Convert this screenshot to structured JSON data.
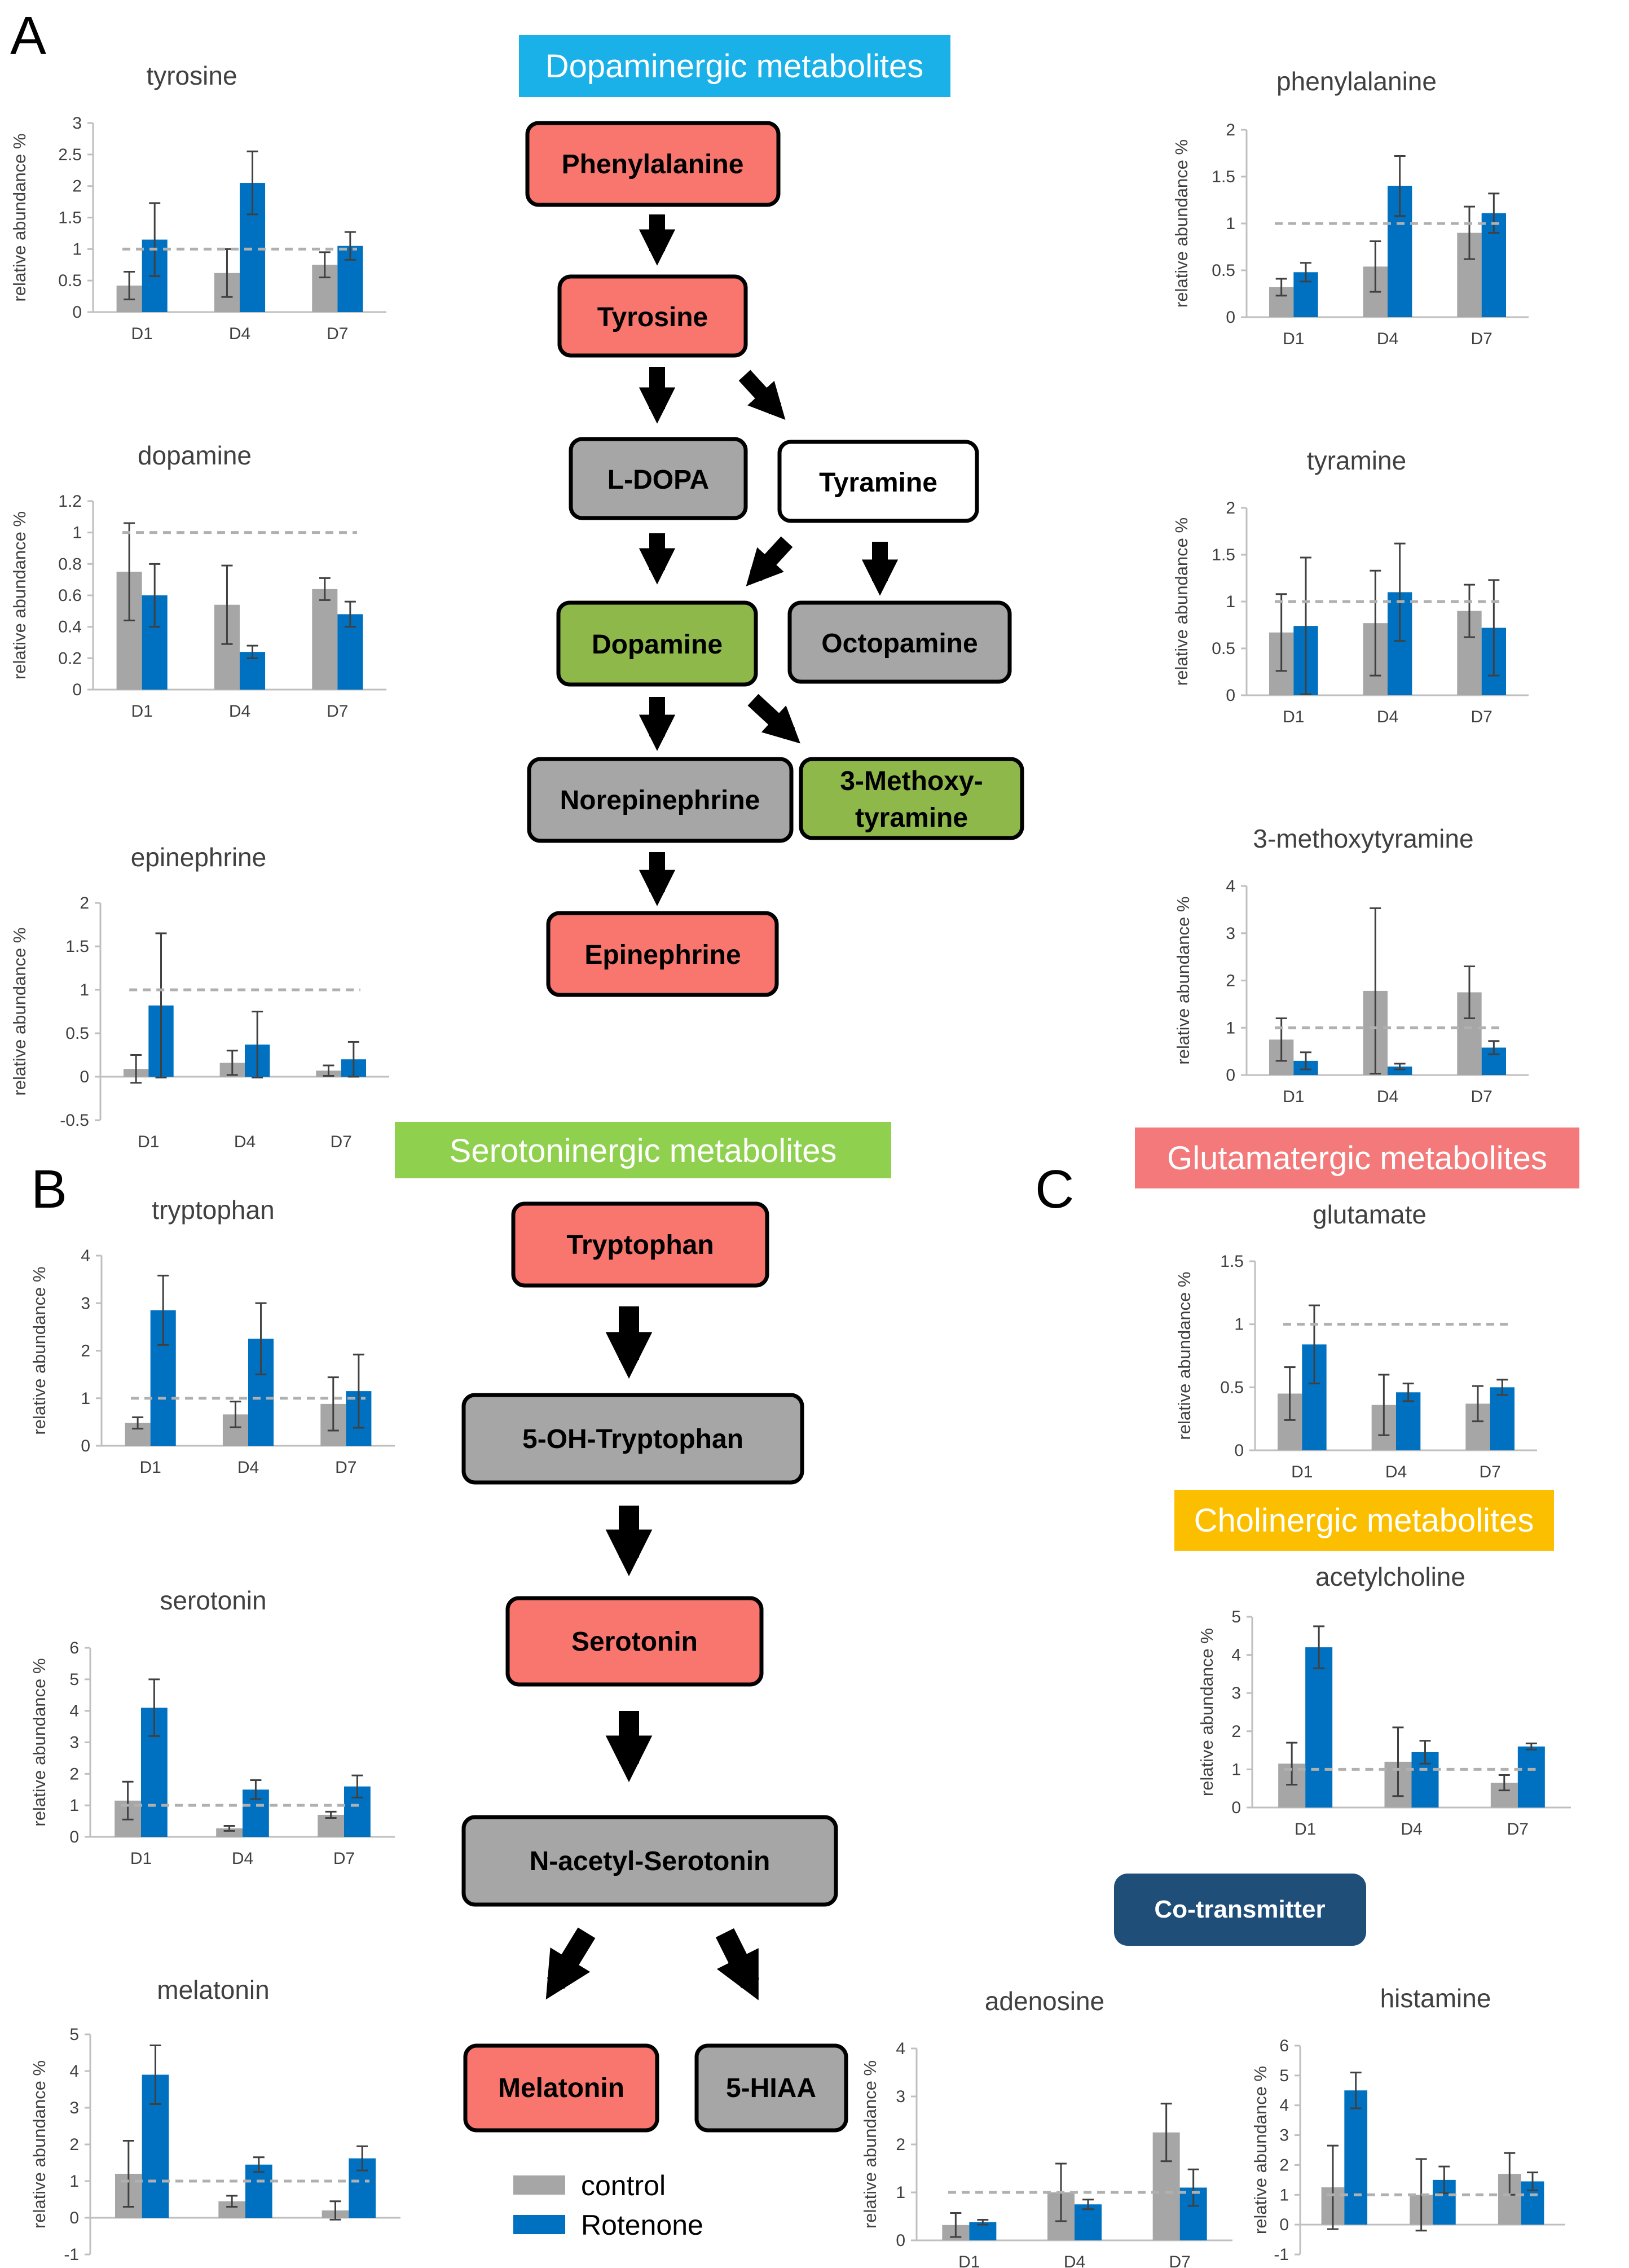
{
  "panels": [
    "A",
    "B",
    "C"
  ],
  "banners": {
    "dopaminergic": "Dopaminergic metabolites",
    "serotoninergic": "Serotoninergic metabolites",
    "glutamatergic": "Glutamatergic metabolites",
    "cholinergic": "Cholinergic metabolites",
    "cotransmitter": "Co-transmitter"
  },
  "colors": {
    "control": "#a6a6a6",
    "rotenone": "#0070c0",
    "reference_line": "#b0b0b0",
    "node_red": "#f8766d",
    "node_grey": "#a6a6a6",
    "node_green": "#8fb84a",
    "node_white": "#ffffff",
    "banner_dopaminergic": "#1ab0e8",
    "banner_serotoninergic": "#8fd14f",
    "banner_glutamatergic": "#f3797a",
    "banner_cholinergic": "#fbbf00",
    "banner_cotransmitter": "#1f4e79"
  },
  "pathway": {
    "dopaminergic_nodes": [
      {
        "label": "Phenylalanine",
        "status": "increased"
      },
      {
        "label": "Tyrosine",
        "status": "increased"
      },
      {
        "label": "L-DOPA",
        "status": "not measured"
      },
      {
        "label": "Tyramine",
        "status": "unchanged"
      },
      {
        "label": "Dopamine",
        "status": "decreased"
      },
      {
        "label": "Octopamine",
        "status": "not measured"
      },
      {
        "label": "Norepinephrine",
        "status": "not measured"
      },
      {
        "label": "3-Methoxy-",
        "status": "decreased"
      },
      {
        "label": "tyramine",
        "status": "decreased"
      },
      {
        "label": "Epinephrine",
        "status": "increased"
      }
    ],
    "serotoninergic_nodes": [
      {
        "label": "Tryptophan",
        "status": "increased"
      },
      {
        "label": "5-OH-Tryptophan",
        "status": "not measured"
      },
      {
        "label": "Serotonin",
        "status": "increased"
      },
      {
        "label": "N-acetyl-Serotonin",
        "status": "not measured"
      },
      {
        "label": "Melatonin",
        "status": "increased"
      },
      {
        "label": "5-HIAA",
        "status": "not measured"
      }
    ]
  },
  "legend": [
    {
      "label": "control",
      "color": "#a6a6a6"
    },
    {
      "label": "Rotenone",
      "color": "#0070c0"
    }
  ],
  "chart_data": [
    {
      "type": "bar",
      "title": "tyrosine",
      "ylabel": "relative abundance %",
      "categories": [
        "D1",
        "D4",
        "D7"
      ],
      "ylim": [
        0,
        3
      ],
      "yticks": [
        "0",
        "0.5",
        "1",
        "1.5",
        "2",
        "2.5",
        "3"
      ],
      "reference_line": 1,
      "series": [
        {
          "name": "control",
          "values": [
            0.42,
            0.62,
            0.75
          ],
          "errors": [
            0.22,
            0.38,
            0.2
          ]
        },
        {
          "name": "Rotenone",
          "values": [
            1.15,
            2.05,
            1.05
          ],
          "errors": [
            0.58,
            0.5,
            0.22
          ]
        }
      ]
    },
    {
      "type": "bar",
      "title": "dopamine",
      "ylabel": "relative abundance %",
      "categories": [
        "D1",
        "D4",
        "D7"
      ],
      "ylim": [
        0,
        1.2
      ],
      "yticks": [
        "0",
        "0.2",
        "0.4",
        "0.6",
        "0.8",
        "1",
        "1.2"
      ],
      "reference_line": 1,
      "series": [
        {
          "name": "control",
          "values": [
            0.75,
            0.54,
            0.64
          ],
          "errors": [
            0.31,
            0.25,
            0.07
          ]
        },
        {
          "name": "Rotenone",
          "values": [
            0.6,
            0.24,
            0.48
          ],
          "errors": [
            0.2,
            0.04,
            0.08
          ]
        }
      ]
    },
    {
      "type": "bar",
      "title": "epinephrine",
      "ylabel": "relative abundance %",
      "categories": [
        "D1",
        "D4",
        "D7"
      ],
      "ylim": [
        -0.5,
        2
      ],
      "yticks": [
        "-0.5",
        "0",
        "0.5",
        "1",
        "1.5",
        "2"
      ],
      "reference_line": 1,
      "series": [
        {
          "name": "control",
          "values": [
            0.09,
            0.16,
            0.07
          ],
          "errors": [
            0.16,
            0.14,
            0.06
          ]
        },
        {
          "name": "Rotenone",
          "values": [
            0.82,
            0.37,
            0.2
          ],
          "errors": [
            0.83,
            0.38,
            0.2
          ]
        }
      ]
    },
    {
      "type": "bar",
      "title": "phenylalanine",
      "ylabel": "relative abundance %",
      "categories": [
        "D1",
        "D4",
        "D7"
      ],
      "ylim": [
        0,
        2
      ],
      "yticks": [
        "0",
        "0.5",
        "1",
        "1.5",
        "2"
      ],
      "reference_line": 1,
      "series": [
        {
          "name": "control",
          "values": [
            0.32,
            0.54,
            0.9
          ],
          "errors": [
            0.09,
            0.27,
            0.28
          ]
        },
        {
          "name": "Rotenone",
          "values": [
            0.48,
            1.4,
            1.11
          ],
          "errors": [
            0.1,
            0.32,
            0.21
          ]
        }
      ]
    },
    {
      "type": "bar",
      "title": "tyramine",
      "ylabel": "relative abundance %",
      "categories": [
        "D1",
        "D4",
        "D7"
      ],
      "ylim": [
        0,
        2
      ],
      "yticks": [
        "0",
        "0.5",
        "1",
        "1.5",
        "2"
      ],
      "reference_line": 1,
      "series": [
        {
          "name": "control",
          "values": [
            0.67,
            0.77,
            0.9
          ],
          "errors": [
            0.41,
            0.56,
            0.28
          ]
        },
        {
          "name": "Rotenone",
          "values": [
            0.74,
            1.1,
            0.72
          ],
          "errors": [
            0.73,
            0.52,
            0.51
          ]
        }
      ]
    },
    {
      "type": "bar",
      "title": "3-methoxytyramine",
      "ylabel": "relative abundance %",
      "categories": [
        "D1",
        "D4",
        "D7"
      ],
      "ylim": [
        0,
        4
      ],
      "yticks": [
        "0",
        "1",
        "2",
        "3",
        "4"
      ],
      "reference_line": 1,
      "series": [
        {
          "name": "control",
          "values": [
            0.75,
            1.78,
            1.75
          ],
          "errors": [
            0.45,
            1.75,
            0.55
          ]
        },
        {
          "name": "Rotenone",
          "values": [
            0.3,
            0.18,
            0.58
          ],
          "errors": [
            0.18,
            0.06,
            0.14
          ]
        }
      ]
    },
    {
      "type": "bar",
      "title": "tryptophan",
      "ylabel": "relative abundance %",
      "categories": [
        "D1",
        "D4",
        "D7"
      ],
      "ylim": [
        0,
        4
      ],
      "yticks": [
        "0",
        "1",
        "2",
        "3",
        "4"
      ],
      "reference_line": 1,
      "series": [
        {
          "name": "control",
          "values": [
            0.48,
            0.66,
            0.88
          ],
          "errors": [
            0.12,
            0.27,
            0.56
          ]
        },
        {
          "name": "Rotenone",
          "values": [
            2.85,
            2.25,
            1.15
          ],
          "errors": [
            0.73,
            0.75,
            0.77
          ]
        }
      ]
    },
    {
      "type": "bar",
      "title": "serotonin",
      "ylabel": "relative abundance %",
      "categories": [
        "D1",
        "D4",
        "D7"
      ],
      "ylim": [
        0,
        6
      ],
      "yticks": [
        "0",
        "1",
        "2",
        "3",
        "4",
        "5",
        "6"
      ],
      "reference_line": 1,
      "series": [
        {
          "name": "control",
          "values": [
            1.15,
            0.27,
            0.7
          ],
          "errors": [
            0.6,
            0.08,
            0.1
          ]
        },
        {
          "name": "Rotenone",
          "values": [
            4.1,
            1.5,
            1.6
          ],
          "errors": [
            0.9,
            0.3,
            0.35
          ]
        }
      ]
    },
    {
      "type": "bar",
      "title": "melatonin",
      "ylabel": "relative abundance %",
      "categories": [
        "D1",
        "D4",
        "D7"
      ],
      "ylim": [
        -1,
        5
      ],
      "yticks": [
        "-1",
        "0",
        "1",
        "2",
        "3",
        "4",
        "5"
      ],
      "reference_line": 1,
      "series": [
        {
          "name": "control",
          "values": [
            1.2,
            0.45,
            0.2
          ],
          "errors": [
            0.9,
            0.15,
            0.25
          ]
        },
        {
          "name": "Rotenone",
          "values": [
            3.9,
            1.45,
            1.62
          ],
          "errors": [
            0.8,
            0.2,
            0.33
          ]
        }
      ]
    },
    {
      "type": "bar",
      "title": "glutamate",
      "ylabel": "relative abundance %",
      "categories": [
        "D1",
        "D4",
        "D7"
      ],
      "ylim": [
        0,
        1.5
      ],
      "yticks": [
        "0",
        "0.5",
        "1",
        "1.5"
      ],
      "reference_line": 1,
      "series": [
        {
          "name": "control",
          "values": [
            0.45,
            0.36,
            0.37
          ],
          "errors": [
            0.21,
            0.24,
            0.14
          ]
        },
        {
          "name": "Rotenone",
          "values": [
            0.84,
            0.46,
            0.5
          ],
          "errors": [
            0.31,
            0.07,
            0.06
          ]
        }
      ]
    },
    {
      "type": "bar",
      "title": "acetylcholine",
      "ylabel": "relative abundance %",
      "categories": [
        "D1",
        "D4",
        "D7"
      ],
      "ylim": [
        0,
        5
      ],
      "yticks": [
        "0",
        "1",
        "2",
        "3",
        "4",
        "5"
      ],
      "reference_line": 1,
      "series": [
        {
          "name": "control",
          "values": [
            1.15,
            1.2,
            0.65
          ],
          "errors": [
            0.55,
            0.9,
            0.2
          ]
        },
        {
          "name": "Rotenone",
          "values": [
            4.2,
            1.45,
            1.6
          ],
          "errors": [
            0.55,
            0.3,
            0.08
          ]
        }
      ]
    },
    {
      "type": "bar",
      "title": "adenosine",
      "ylabel": "relative abundance %",
      "categories": [
        "D1",
        "D4",
        "D7"
      ],
      "ylim": [
        0,
        4
      ],
      "yticks": [
        "0",
        "1",
        "2",
        "3",
        "4"
      ],
      "reference_line": 1,
      "series": [
        {
          "name": "control",
          "values": [
            0.32,
            1.0,
            2.25
          ],
          "errors": [
            0.25,
            0.6,
            0.6
          ]
        },
        {
          "name": "Rotenone",
          "values": [
            0.38,
            0.75,
            1.1
          ],
          "errors": [
            0.05,
            0.1,
            0.38
          ]
        }
      ]
    },
    {
      "type": "bar",
      "title": "histamine",
      "ylabel": "relative abundance %",
      "categories": [
        "D1",
        "D4",
        "D7"
      ],
      "ylim": [
        -1,
        6
      ],
      "yticks": [
        "-1",
        "0",
        "1",
        "2",
        "3",
        "4",
        "5",
        "6"
      ],
      "reference_line": 1,
      "series": [
        {
          "name": "control",
          "values": [
            1.25,
            1.0,
            1.7
          ],
          "errors": [
            1.4,
            1.2,
            0.7
          ]
        },
        {
          "name": "Rotenone",
          "values": [
            4.5,
            1.5,
            1.45
          ],
          "errors": [
            0.6,
            0.45,
            0.3
          ]
        }
      ]
    }
  ]
}
